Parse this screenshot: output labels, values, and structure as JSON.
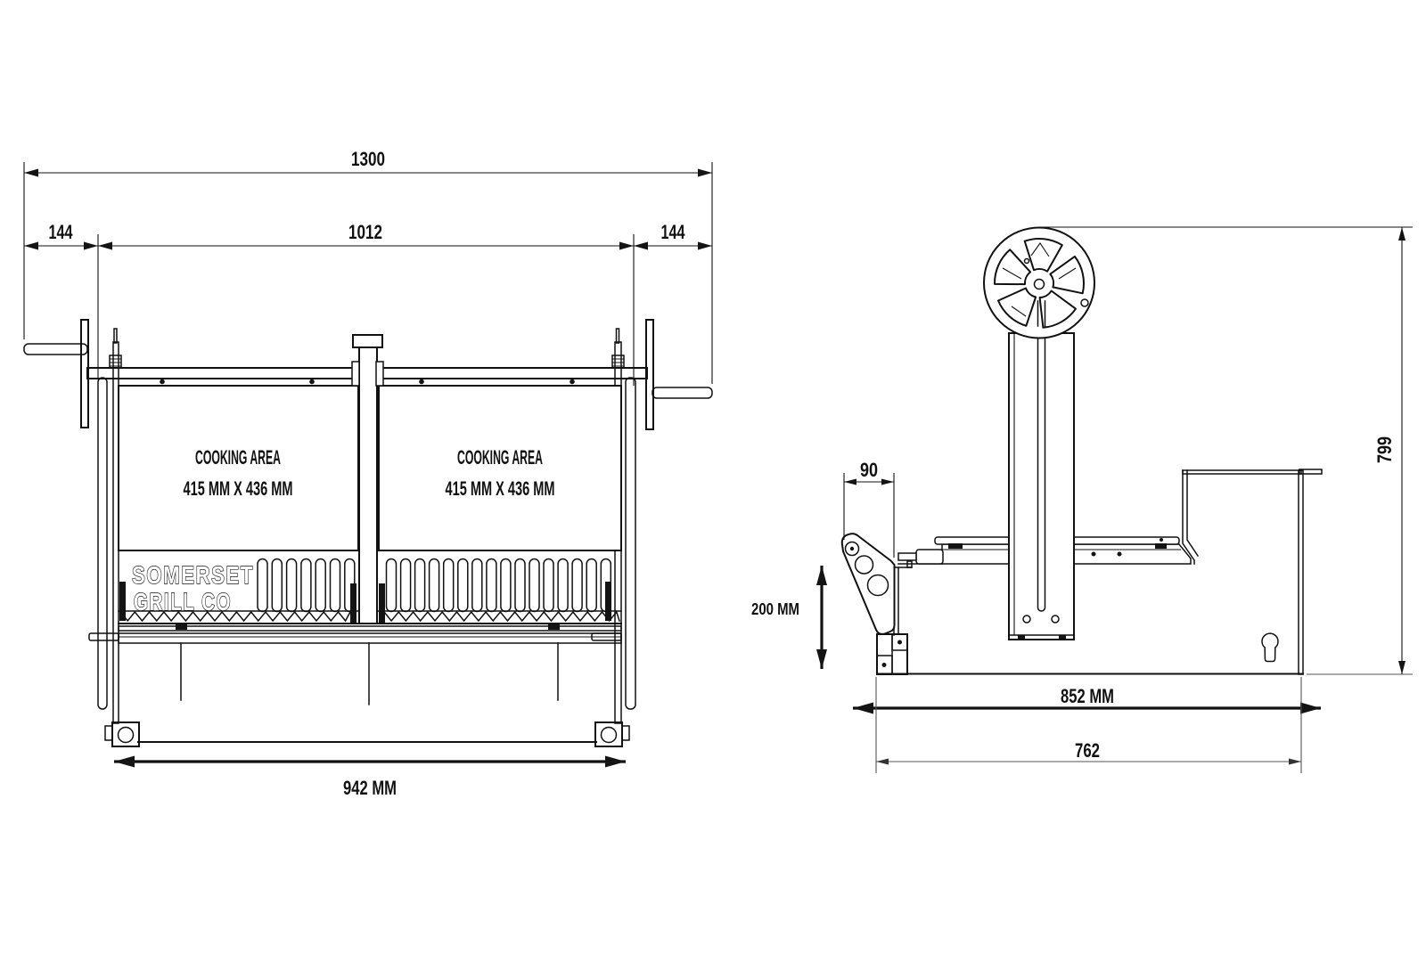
{
  "front_view": {
    "dim_total_width": "1300",
    "dim_left_overhang": "144",
    "dim_inner_width": "1012",
    "dim_right_overhang": "144",
    "dim_base_width": "942 MM",
    "cooking_area_label": "COOKING AREA",
    "cooking_area_size": "415 MM X 436 MM",
    "brand_line1": "SOMERSET",
    "brand_line2": "GRILL CO"
  },
  "side_view": {
    "dim_bracket_offset": "90",
    "dim_firebox_height": "200 MM",
    "dim_total_height": "799",
    "dim_total_depth": "852 MM",
    "dim_base_depth": "762"
  },
  "colors": {
    "line": "#111111",
    "light_line": "#555555",
    "background": "#ffffff"
  }
}
